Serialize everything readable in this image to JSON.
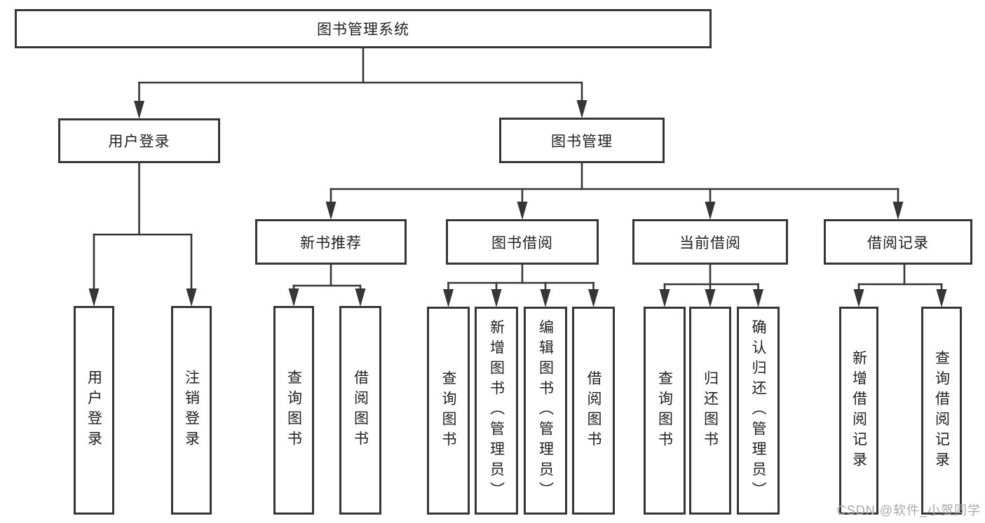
{
  "diagram_title": "图书管理系统",
  "watermark": "CSDN @软件_小贺同学",
  "colors": {
    "line": "#363636",
    "text": "#212121",
    "background": "#ffffff",
    "watermark": "#a9a9a9"
  },
  "nodes": [
    {
      "id": "root",
      "label": "图书管理系统"
    },
    {
      "id": "user-login",
      "label": "用户登录"
    },
    {
      "id": "book-mgmt",
      "label": "图书管理"
    },
    {
      "id": "new-book-rec",
      "label": "新书推荐"
    },
    {
      "id": "book-borrow",
      "label": "图书借阅"
    },
    {
      "id": "current-borrow",
      "label": "当前借阅"
    },
    {
      "id": "borrow-records",
      "label": "借阅记录"
    },
    {
      "id": "user-login-op",
      "label": "用户登录"
    },
    {
      "id": "logout-op",
      "label": "注销登录"
    },
    {
      "id": "query-book-1",
      "label": "查询图书"
    },
    {
      "id": "borrow-book-1",
      "label": "借阅图书"
    },
    {
      "id": "query-book-2",
      "label": "查询图书"
    },
    {
      "id": "add-book",
      "label": "新增图书（管理员）"
    },
    {
      "id": "edit-book",
      "label": "编辑图书（管理员）"
    },
    {
      "id": "borrow-book-2",
      "label": "借阅图书"
    },
    {
      "id": "query-book-3",
      "label": "查询图书"
    },
    {
      "id": "return-book",
      "label": "归还图书"
    },
    {
      "id": "confirm-return",
      "label": "确认归还（管理员）"
    },
    {
      "id": "add-borrow-record",
      "label": "新增借阅记录"
    },
    {
      "id": "query-borrow-record",
      "label": "查询借阅记录"
    }
  ],
  "edges": [
    {
      "from": "root",
      "children": [
        "user-login",
        "book-mgmt"
      ]
    },
    {
      "from": "user-login",
      "children": [
        "user-login-op",
        "logout-op"
      ]
    },
    {
      "from": "book-mgmt",
      "children": [
        "new-book-rec",
        "book-borrow",
        "current-borrow",
        "borrow-records"
      ]
    },
    {
      "from": "new-book-rec",
      "children": [
        "query-book-1",
        "borrow-book-1"
      ]
    },
    {
      "from": "book-borrow",
      "children": [
        "query-book-2",
        "add-book",
        "edit-book",
        "borrow-book-2"
      ]
    },
    {
      "from": "current-borrow",
      "children": [
        "query-book-3",
        "return-book",
        "confirm-return"
      ]
    },
    {
      "from": "borrow-records",
      "children": [
        "add-borrow-record",
        "query-borrow-record"
      ]
    }
  ]
}
